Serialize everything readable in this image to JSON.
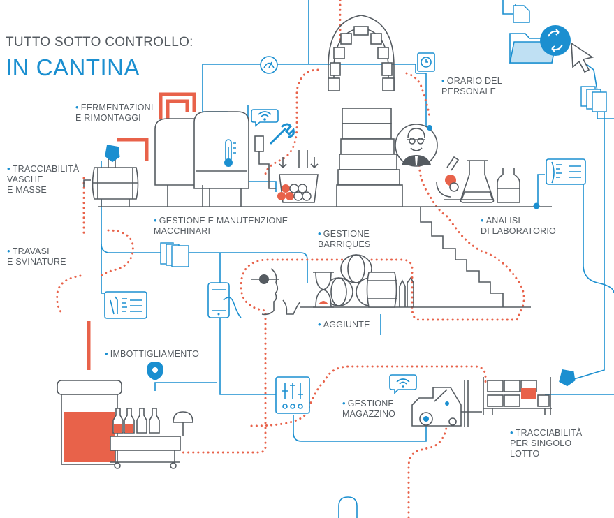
{
  "header": {
    "line1": "TUTTO SOTTO CONTROLLO:",
    "line2": "IN CANTINA"
  },
  "labels": {
    "fermentazioni": "FERMENTAZIONI\nE RIMONTAGGI",
    "tracciabilita_vasche": "TRACCIABILITÀ\nVASCHE\nE MASSE",
    "travasi": "TRAVASI\nE SVINATURE",
    "gestione_macchinari": "GESTIONE E MANUTENZIONE\nMACCHINARI",
    "gestione_barriques": "GESTIONE\nBARRIQUES",
    "orario_personale": "ORARIO DEL\nPERSONALE",
    "analisi_laboratorio": "ANALISI\nDI LABORATORIO",
    "aggiunte": "AGGIUNTE",
    "imbottigliamento": "IMBOTTIGLIAMENTO",
    "gestione_magazzino": "GESTIONE\nMAGAZZINO",
    "tracciabilita_lotto": "TRACCIABILITÀ\nPER SINGOLO\nLOTTO"
  },
  "bullet": "•",
  "colors": {
    "accent_blue": "#1b8fd0",
    "accent_orange": "#e8624a",
    "line_gray": "#555b61",
    "text": "#555b61"
  },
  "icons": [
    "wifi-icon",
    "wrench-icon",
    "clock-icon",
    "gauge-icon",
    "location-pin-icon",
    "smartphone-icon",
    "mixer-sliders-icon",
    "folder-icon",
    "sync-icon",
    "cursor-icon",
    "document-icon",
    "tag-icon",
    "thermometer-icon",
    "microscope-icon",
    "flask-icon",
    "hourglass-icon",
    "person-icon"
  ]
}
